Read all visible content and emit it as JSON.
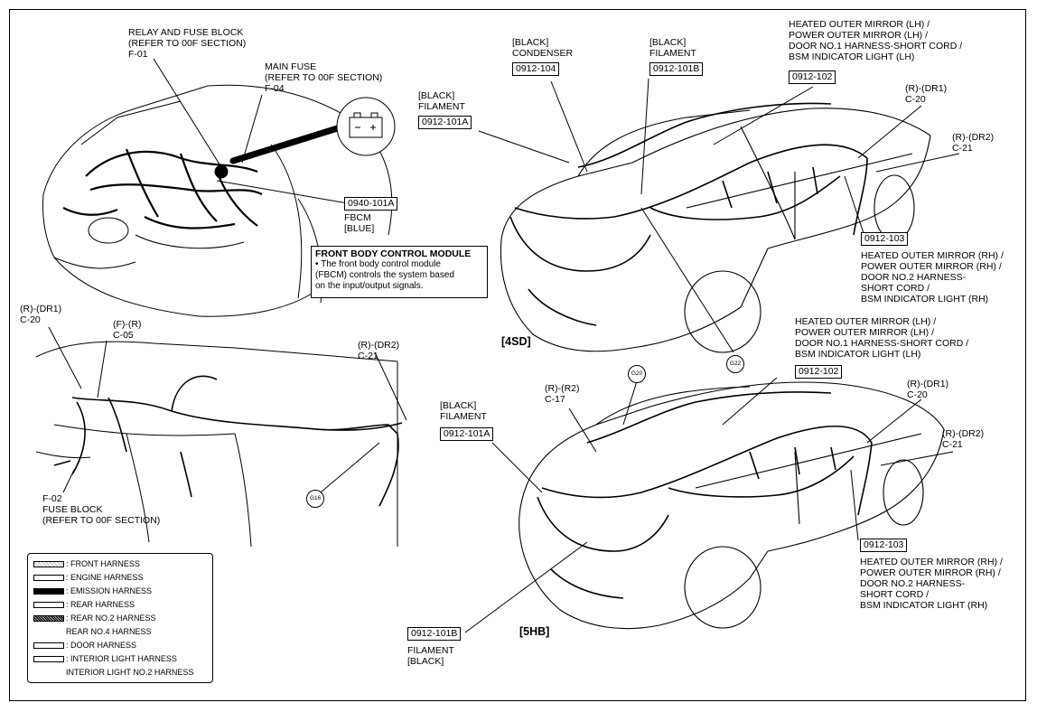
{
  "engine_view": {
    "relay_fuse_block": "RELAY AND FUSE BLOCK\n(REFER TO 00F SECTION)\nF-01",
    "main_fuse": "MAIN FUSE\n(REFER TO 00F SECTION)\nF-04",
    "fbcm_code": "0940-101A",
    "fbcm_label": "FBCM\n[BLUE]",
    "note_title": "FRONT BODY CONTROL MODULE",
    "note_body": "• The front body control module\n(FBCM) controls the system based\non the input/output signals."
  },
  "dash_view": {
    "c20": "(R)-(DR1)\nC-20",
    "c05": "(F)-(R)\nC-05",
    "c21": "(R)-(DR2)\nC-21",
    "fuse_block": "F-02\nFUSE BLOCK\n(REFER TO 00F SECTION)",
    "ground": "G16"
  },
  "sd_view": {
    "tag": "[4SD]",
    "condenser_label": "[BLACK]\nCONDENSER",
    "condenser_code": "0912-104",
    "filament_b_label": "[BLACK]\nFILAMENT",
    "filament_b_code": "0912-101B",
    "filament_a_label": "[BLACK]\nFILAMENT",
    "filament_a_code": "0912-101A",
    "mirror_lh_label": "HEATED OUTER MIRROR (LH) /\nPOWER OUTER MIRROR (LH) /\nDOOR NO.1 HARNESS-SHORT CORD /\nBSM INDICATOR LIGHT (LH)",
    "mirror_lh_code": "0912-102",
    "c20": "(R)-(DR1)\nC-20",
    "c21": "(R)-(DR2)\nC-21",
    "mirror_rh_code": "0912-103",
    "mirror_rh_label": "HEATED OUTER MIRROR (RH) /\nPOWER OUTER MIRROR (RH) /\nDOOR NO.2 HARNESS-\nSHORT CORD /\nBSM INDICATOR LIGHT (RH)",
    "ground": "G22"
  },
  "hb_view": {
    "tag": "[5HB]",
    "mirror_lh_label": "HEATED OUTER MIRROR (LH) /\nPOWER OUTER MIRROR (LH) /\nDOOR NO.1 HARNESS-SHORT CORD /\nBSM INDICATOR LIGHT (LH)",
    "mirror_lh_code": "0912-102",
    "c17": "(R)-(R2)\nC-17",
    "ground": "G20",
    "filament_a_label": "[BLACK]\nFILAMENT",
    "filament_a_code": "0912-101A",
    "c20": "(R)-(DR1)\nC-20",
    "c21": "(R)-(DR2)\nC-21",
    "mirror_rh_code": "0912-103",
    "mirror_rh_label": "HEATED OUTER MIRROR (RH) /\nPOWER OUTER MIRROR (RH) /\nDOOR NO.2 HARNESS-\nSHORT CORD /\nBSM INDICATOR LIGHT (RH)",
    "filament_b_code": "0912-101B",
    "filament_b_label": "FILAMENT\n[BLACK]"
  },
  "legend": {
    "items": [
      {
        "label": ": FRONT HARNESS",
        "swatch": "dots"
      },
      {
        "label": ": ENGINE HARNESS",
        "swatch": "plain"
      },
      {
        "label": ": EMISSION HARNESS",
        "swatch": "solid"
      },
      {
        "label": ": REAR HARNESS",
        "swatch": "plain"
      },
      {
        "label": ": REAR NO.2 HARNESS",
        "swatch": "dense"
      },
      {
        "label": "REAR NO.4 HARNESS",
        "swatch": "none"
      },
      {
        "label": ": DOOR HARNESS",
        "swatch": "plain"
      },
      {
        "label": ": INTERIOR LIGHT HARNESS",
        "swatch": "plain"
      },
      {
        "label": "INTERIOR LIGHT NO.2 HARNESS",
        "swatch": "none"
      }
    ]
  }
}
